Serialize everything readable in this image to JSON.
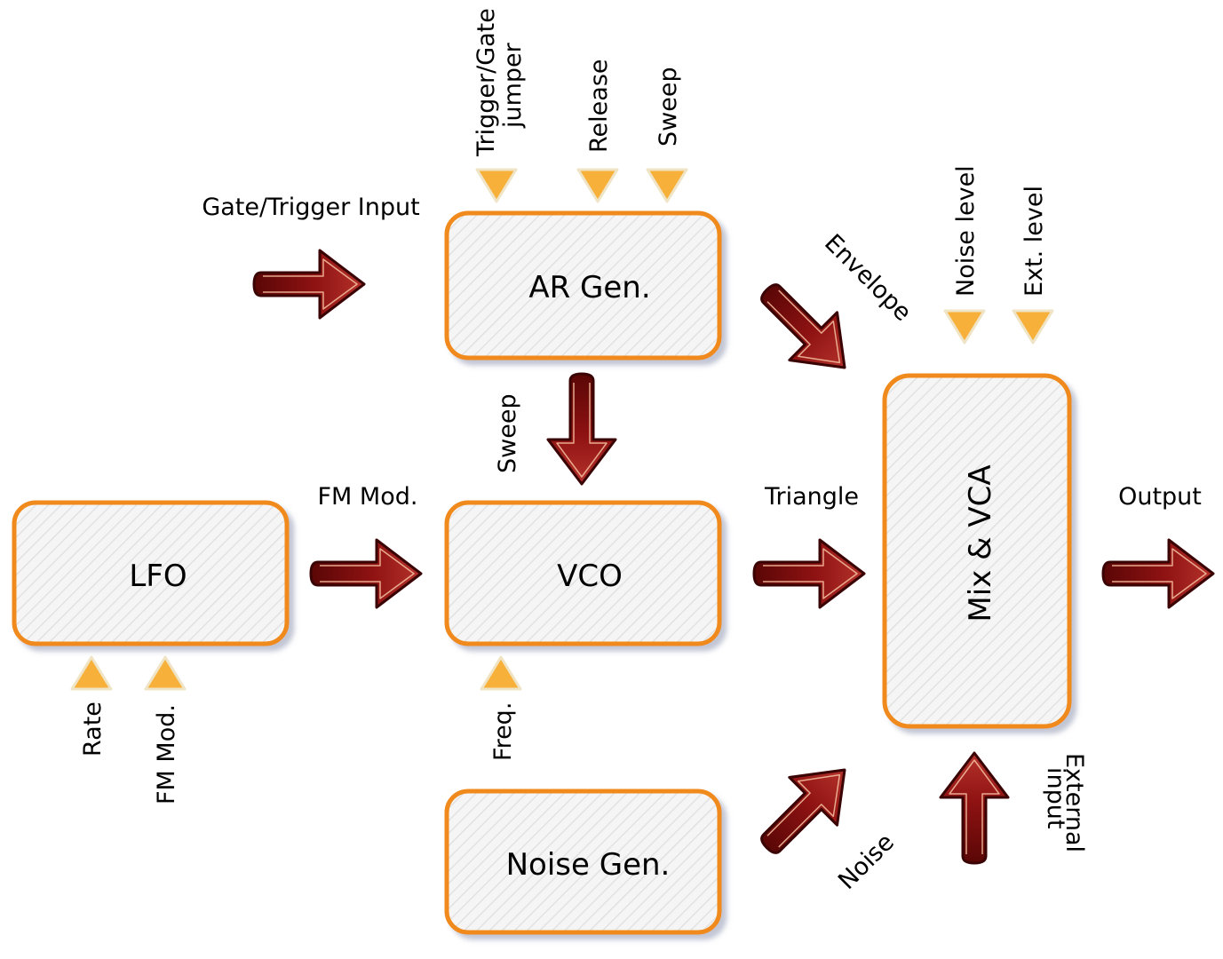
{
  "blocks": {
    "ar_gen": "AR Gen.",
    "lfo": "LFO",
    "vco": "VCO",
    "noise_gen": "Noise Gen.",
    "mix_vca": "Mix & VCA"
  },
  "signals": {
    "gate_trigger_input": "Gate/Trigger Input",
    "envelope": "Envelope",
    "sweep": "Sweep",
    "fm_mod": "FM Mod.",
    "triangle": "Triangle",
    "output": "Output",
    "noise": "Noise",
    "external_input_line1": "External",
    "external_input_line2": "input"
  },
  "controls": {
    "trigger_gate_jumper_line1": "Trigger/Gate",
    "trigger_gate_jumper_line2": "jumper",
    "release": "Release",
    "sweep": "Sweep",
    "noise_level": "Noise level",
    "ext_level": "Ext. level",
    "rate": "Rate",
    "fm_mod": "FM Mod.",
    "freq": "Freq."
  },
  "colors": {
    "box_border": "#f08a1c",
    "box_fill": "#f4f4f4",
    "arrow_dark": "#6e0a0a",
    "arrow_light": "#b8302a",
    "arrow_outline": "#f0b48a",
    "knob_fill": "#f7b13a",
    "knob_stroke": "#e8dcc0"
  }
}
